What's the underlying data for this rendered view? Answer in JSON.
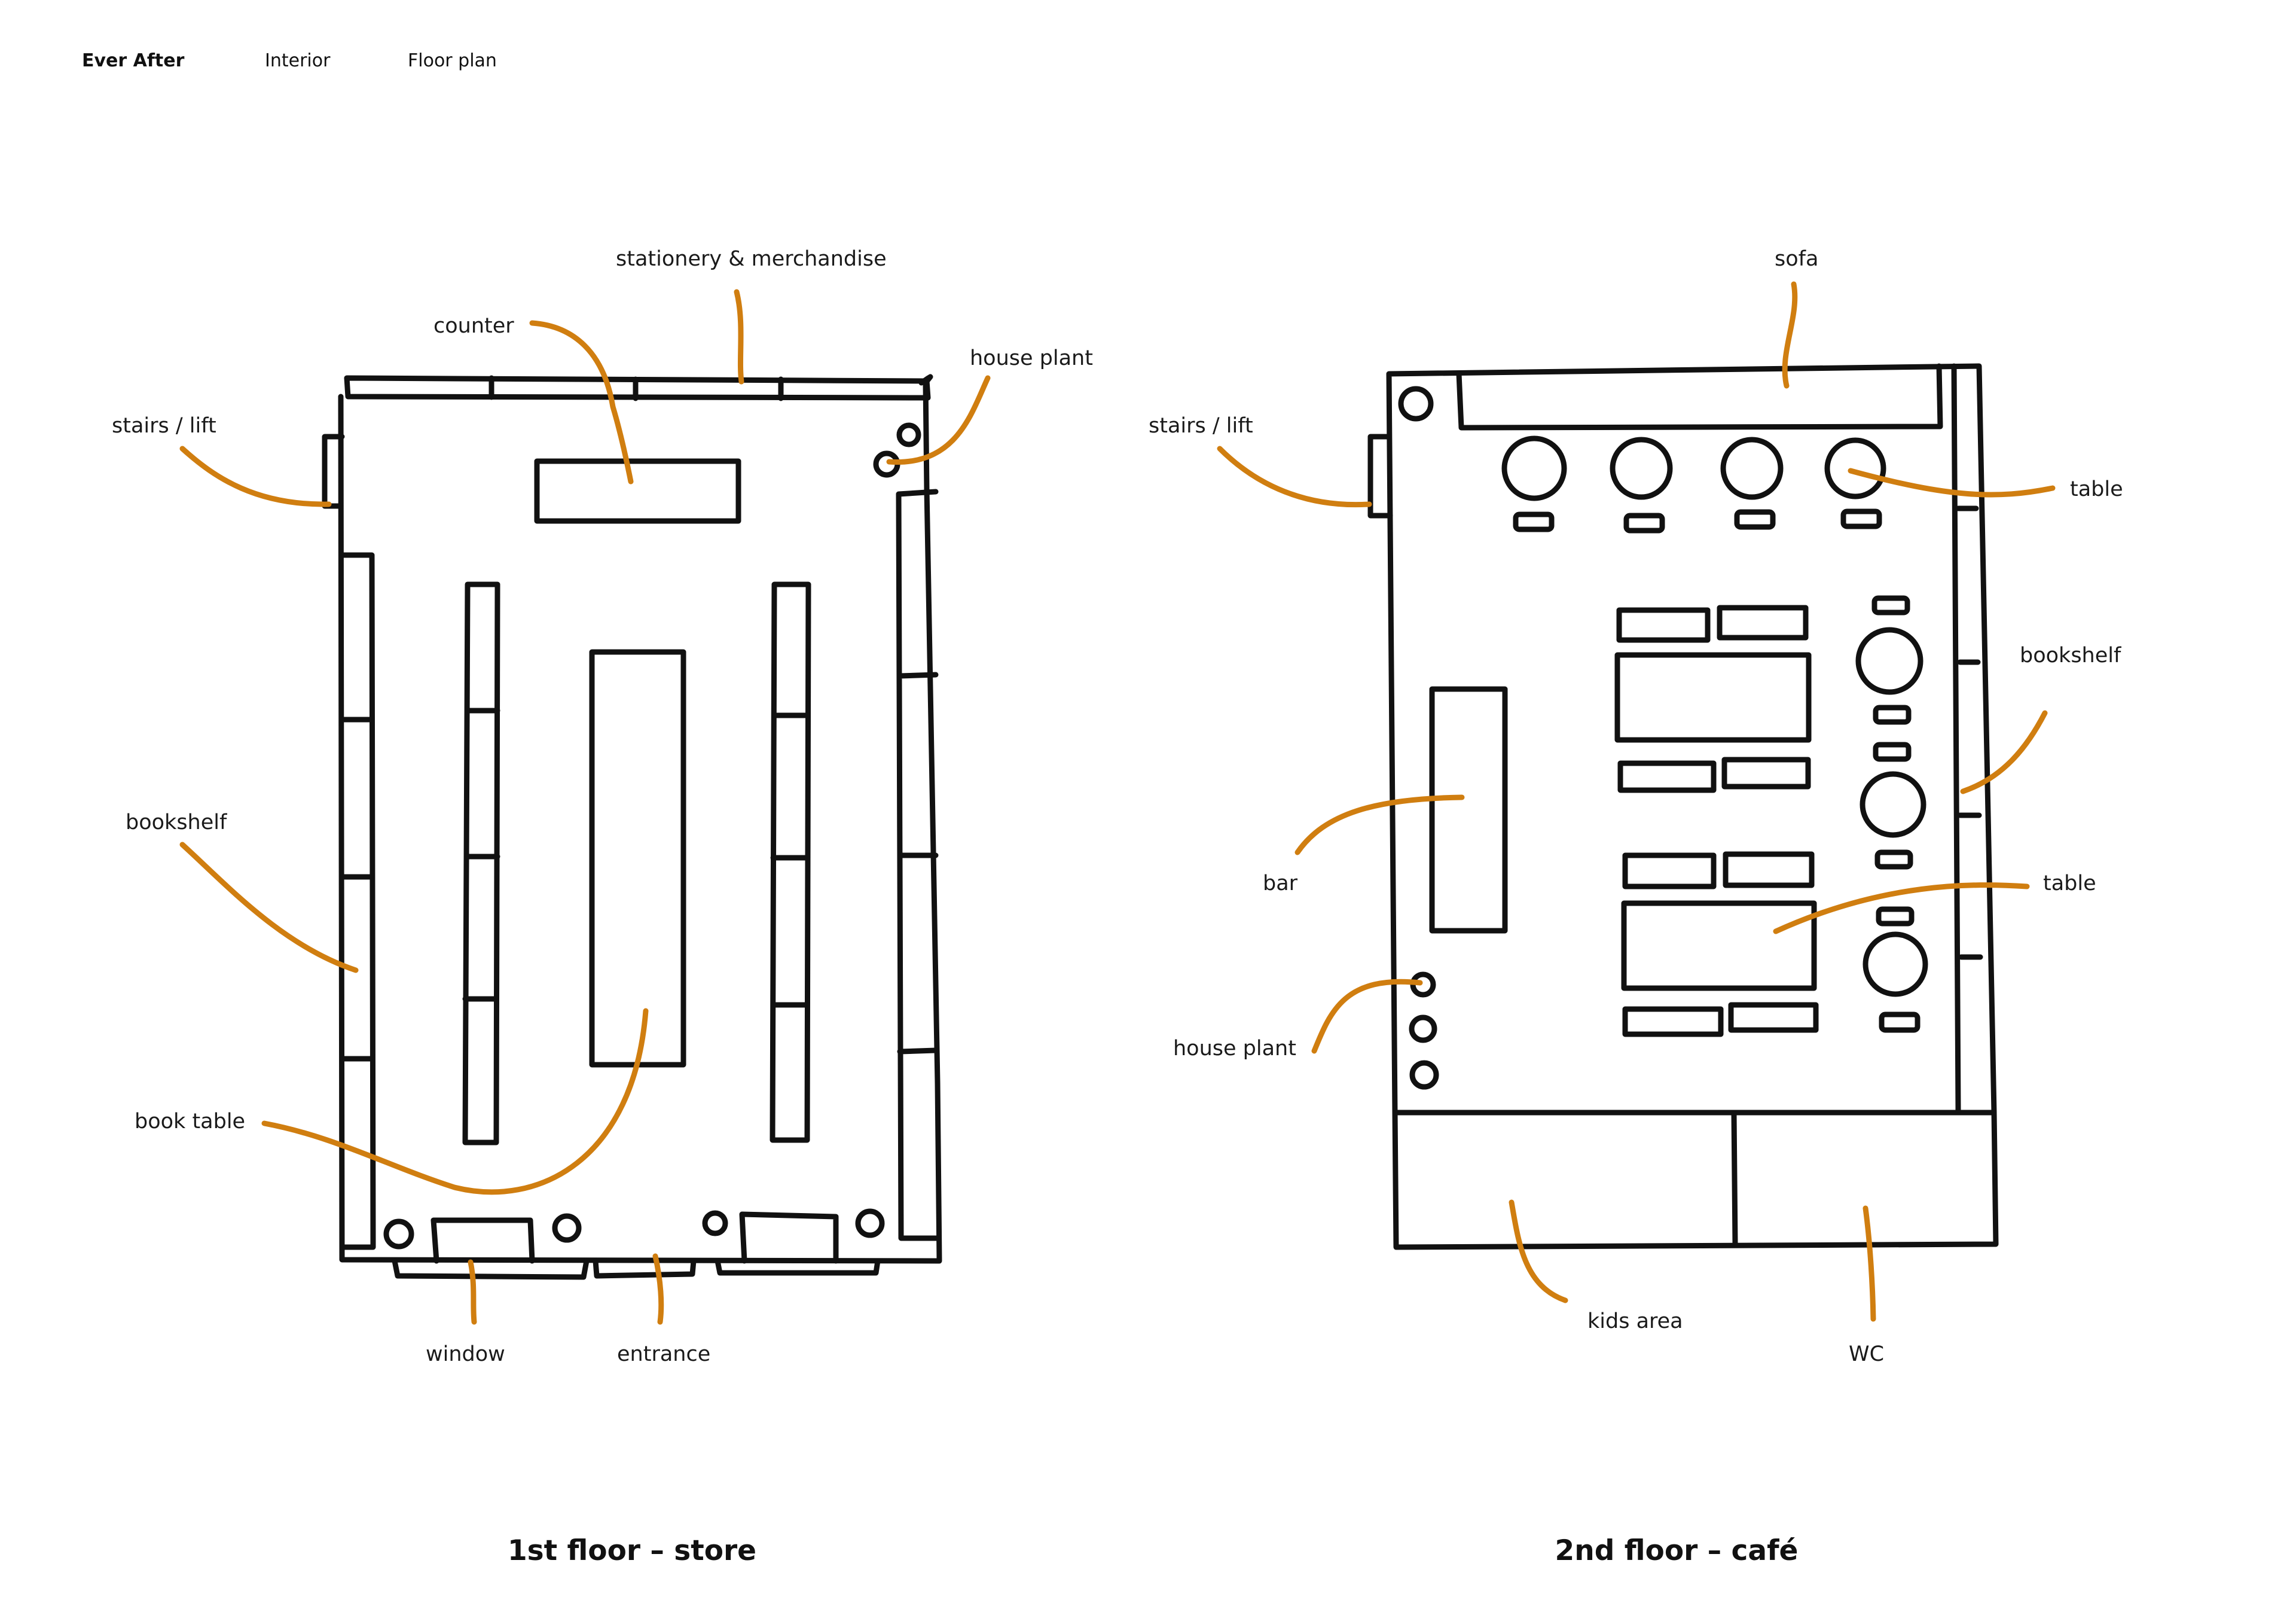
{
  "nav": {
    "brand": "Ever After",
    "items": [
      "Interior",
      "Floor plan"
    ]
  },
  "colors": {
    "background": "#ffffff",
    "ink": "#111111",
    "leader": "#d07e10"
  },
  "floors": [
    {
      "caption": "1st floor – store",
      "labels": {
        "stationery": "stationery & merchandise",
        "counter": "counter",
        "house_plant": "house plant",
        "stairs": "stairs / lift",
        "bookshelf": "bookshelf",
        "book_table": "book table",
        "window": "window",
        "entrance": "entrance"
      }
    },
    {
      "caption": "2nd floor – café",
      "labels": {
        "sofa": "sofa",
        "stairs": "stairs / lift",
        "table_top": "table",
        "bookshelf": "bookshelf",
        "bar": "bar",
        "table_mid": "table",
        "house_plant": "house plant",
        "kids_area": "kids area",
        "wc": "WC"
      }
    }
  ]
}
